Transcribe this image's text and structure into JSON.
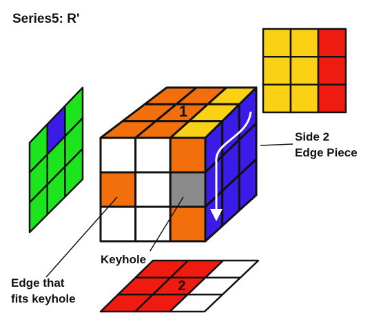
{
  "title": "Series5: R'",
  "labels": {
    "side2_line1": "Side 2",
    "side2_line2": "Edge Piece",
    "keyhole": "Keyhole",
    "edge_line1": "Edge that",
    "edge_line2": "fits keyhole"
  },
  "markers": {
    "top_face": "1",
    "bottom_face": "2"
  },
  "colors": {
    "orange": "#f26f0c",
    "yellow": "#fbd116",
    "red": "#ef1a10",
    "blue": "#3b1be8",
    "green": "#1de51d",
    "white": "#ffffff",
    "gray": "#8b8b8b",
    "black": "#111111"
  },
  "cube": {
    "top_face": [
      [
        "orange",
        "orange",
        "yellow"
      ],
      [
        "orange",
        "orange",
        "yellow"
      ],
      [
        "orange",
        "orange",
        "yellow"
      ]
    ],
    "front_face": [
      [
        "white",
        "white",
        "orange"
      ],
      [
        "orange",
        "white",
        "gray"
      ],
      [
        "white",
        "white",
        "orange"
      ]
    ],
    "right_face": [
      [
        "blue",
        "blue",
        "blue"
      ],
      [
        "blue",
        "blue",
        "blue"
      ],
      [
        "blue",
        "blue",
        "blue"
      ]
    ]
  },
  "panels": {
    "top_right": [
      [
        "yellow",
        "yellow",
        "red"
      ],
      [
        "yellow",
        "yellow",
        "red"
      ],
      [
        "yellow",
        "yellow",
        "red"
      ]
    ],
    "left": [
      [
        "green",
        "green",
        "green"
      ],
      [
        "blue",
        "green",
        "green"
      ],
      [
        "green",
        "green",
        "green"
      ]
    ],
    "bottom": [
      [
        "red",
        "red",
        "white"
      ],
      [
        "red",
        "red",
        "white"
      ],
      [
        "red",
        "red",
        "white"
      ]
    ]
  }
}
